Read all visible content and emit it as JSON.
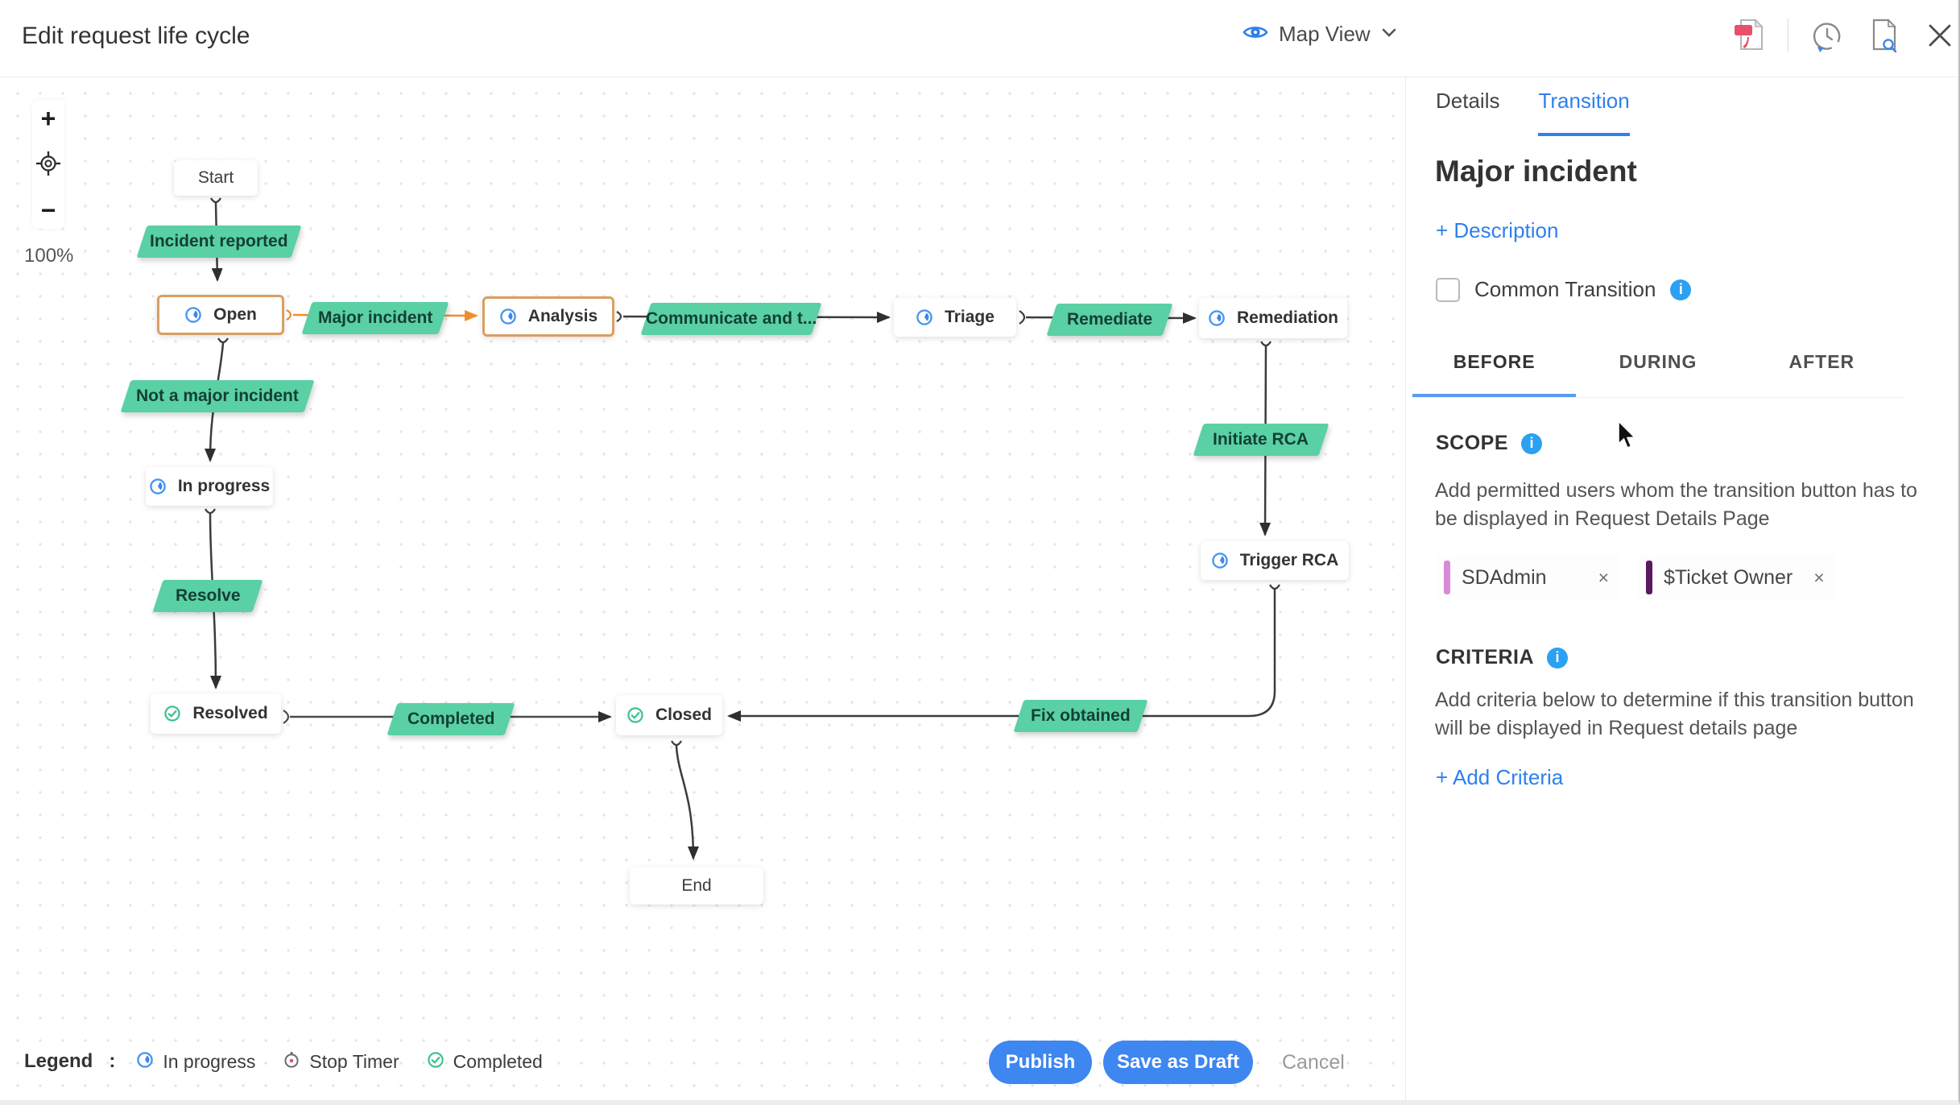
{
  "header": {
    "title": "Edit request life cycle",
    "view": {
      "label": "Map View"
    }
  },
  "canvas": {
    "zoom": {
      "zoom_in": "+",
      "zoom_out": "−",
      "level": "100%"
    },
    "nodes": [
      {
        "label": "Start"
      },
      {
        "label": "Open",
        "icon": "in-progress",
        "highlighted": true
      },
      {
        "label": "Analysis",
        "icon": "in-progress",
        "highlighted": true
      },
      {
        "label": "Triage",
        "icon": "in-progress"
      },
      {
        "label": "Remediation",
        "icon": "in-progress"
      },
      {
        "label": "In progress",
        "icon": "in-progress"
      },
      {
        "label": "Resolved",
        "icon": "completed"
      },
      {
        "label": "Closed",
        "icon": "completed"
      },
      {
        "label": "Trigger RCA",
        "icon": "in-progress"
      },
      {
        "label": "End"
      }
    ],
    "transitions": [
      {
        "label": "Incident reported"
      },
      {
        "label": "Major incident",
        "highlighted": true
      },
      {
        "label": "Communicate and t..."
      },
      {
        "label": "Remediate"
      },
      {
        "label": "Not a major incident"
      },
      {
        "label": "Resolve"
      },
      {
        "label": "Completed"
      },
      {
        "label": "Fix obtained"
      },
      {
        "label": "Initiate RCA"
      }
    ],
    "legend": {
      "title": "Legend",
      "separator": ":",
      "items": [
        {
          "icon": "in-progress",
          "label": "In progress"
        },
        {
          "icon": "stop-timer",
          "label": "Stop Timer"
        },
        {
          "icon": "completed",
          "label": "Completed"
        }
      ]
    }
  },
  "footer": {
    "publish": "Publish",
    "save_draft": "Save as Draft",
    "cancel": "Cancel"
  },
  "panel": {
    "tabs": [
      {
        "label": "Details",
        "active": false
      },
      {
        "label": "Transition",
        "active": true
      }
    ],
    "title": "Major incident",
    "description_link": "+ Description",
    "common_transition": "Common Transition",
    "phase_tabs": [
      {
        "label": "BEFORE",
        "active": true
      },
      {
        "label": "DURING",
        "active": false
      },
      {
        "label": "AFTER",
        "active": false
      }
    ],
    "scope": {
      "heading": "SCOPE",
      "description": "Add permitted users whom the transition button has to be displayed in Request Details Page",
      "chips": [
        {
          "label": "SDAdmin",
          "color": "#d989d8",
          "remove": "×"
        },
        {
          "label": "$Ticket Owner",
          "color": "#5a1a5e",
          "remove": "×"
        }
      ]
    },
    "criteria": {
      "heading": "CRITERIA",
      "description": "Add criteria below to determine if this transition button will be displayed in Request details page",
      "add_link": "+ Add Criteria"
    }
  },
  "colors": {
    "accent_blue": "#2f80ed",
    "button_blue": "#3e86f0",
    "transition_green": "#5ad0a5",
    "transition_text": "#133f34",
    "highlight_orange": "#ee8f2f",
    "node_border_orange": "#d99f63",
    "chip_pink": "#d989d8",
    "chip_purple": "#5a1a5e",
    "info_blue": "#2ba1f2",
    "edge_dark": "#3c3c3c"
  }
}
